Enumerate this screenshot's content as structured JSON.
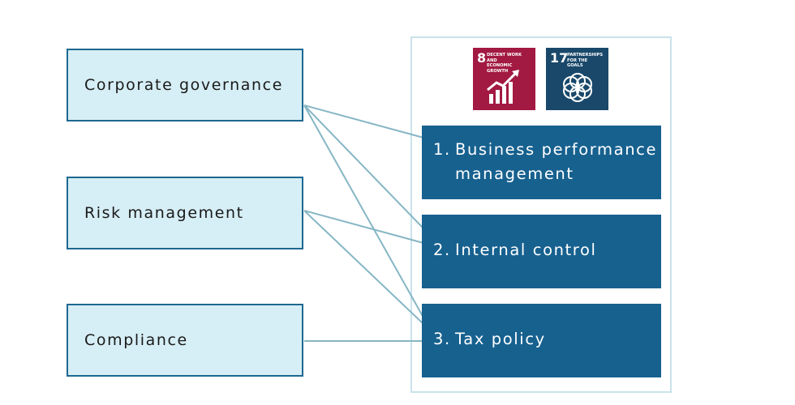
{
  "left_items": [
    {
      "label": "Corporate governance"
    },
    {
      "label": "Risk management"
    },
    {
      "label": "Compliance"
    }
  ],
  "right_items": [
    {
      "number": "1.",
      "label_line1": "Business performance",
      "label_line2": "management"
    },
    {
      "number": "2.",
      "label_line1": "Internal control"
    },
    {
      "number": "3.",
      "label_line1": "Tax policy"
    }
  ],
  "sdg_badges": [
    {
      "number": "8",
      "title_line1": "DECENT WORK AND",
      "title_line2": "ECONOMIC GROWTH",
      "color": "#a21942",
      "icon": "rising-chart-icon"
    },
    {
      "number": "17",
      "title_line1": "PARTNERSHIPS",
      "title_line2": "FOR THE GOALS",
      "color": "#19486a",
      "icon": "interlocking-rings-icon"
    }
  ],
  "connections": [
    {
      "from": "Corporate governance",
      "to": "Business performance management"
    },
    {
      "from": "Corporate governance",
      "to": "Internal control"
    },
    {
      "from": "Corporate governance",
      "to": "Tax policy"
    },
    {
      "from": "Risk management",
      "to": "Internal control"
    },
    {
      "from": "Risk management",
      "to": "Tax policy"
    },
    {
      "from": "Compliance",
      "to": "Tax policy"
    }
  ],
  "colors": {
    "left_fill": "#d6eef5",
    "left_border": "#1e6891",
    "right_fill": "#17618f",
    "panel_border": "#c9e3ea",
    "line": "#86b6c4"
  }
}
